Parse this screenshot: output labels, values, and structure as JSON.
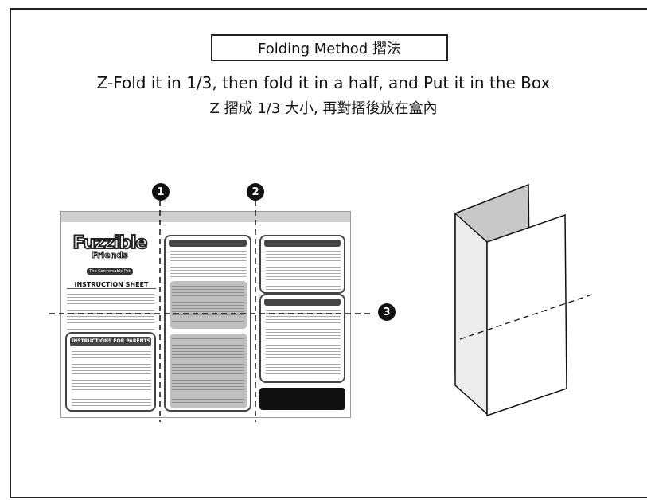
{
  "title": "Folding Method 摺法",
  "instruction_en": "Z-Fold it in 1/3,  then fold it in a half, and Put it in the Box",
  "instruction_zh": "Z 摺成 1/3 大小, 再對摺後放在盒內",
  "step_numbers": [
    "1",
    "2",
    "3"
  ],
  "sheet": {
    "brand": "Fuzzible",
    "brand_sub": "Friends",
    "tagline": "The Conversable Pet",
    "heading": "INSTRUCTION SHEET",
    "parents_heading": "INSTRUCTIONS FOR PARENTS"
  }
}
